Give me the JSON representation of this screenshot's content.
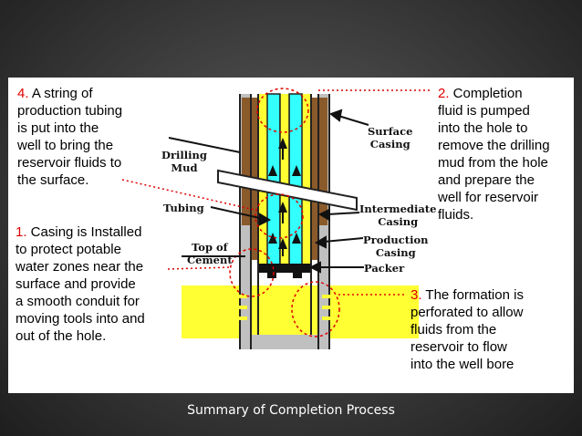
{
  "notes": {
    "step4": {
      "num": "4.",
      "text": " A string of\nproduction tubing\nis put into the\nwell to bring the\nreservoir fluids to\nthe surface."
    },
    "step2": {
      "num": "2.",
      "text": " Completion\nfluid is pumped\ninto the hole to\nremove the drilling\nmud from the hole\nand prepare the\nwell for reservoir\nfluids."
    },
    "step1": {
      "num": "1.",
      "text": " Casing is Installed\nto protect potable\nwater zones near the\nsurface and provide\na smooth conduit for\nmoving tools into and\nout of the hole."
    },
    "step3": {
      "num": "3.",
      "text": " The formation is\nperforated to allow\nfluids from the\nreservoir to flow\ninto the well bore"
    }
  },
  "labels": {
    "drilling_mud": "Drilling\nMud",
    "tubing": "Tubing",
    "top_of_cement": "Top of\nCement",
    "surface_casing": "Surface\nCasing",
    "intermediate_casing": "Intermediate\nCasing",
    "production_casing": "Production\nCasing",
    "packer": "Packer"
  },
  "caption": "Summary of Completion Process",
  "colors": {
    "mud": "#8b5a2b",
    "cement": "#c0c0c0",
    "fluid": "#ffff33",
    "tubing_fluid": "#33ffff",
    "step_number": "#e00000",
    "leader_line": "#e00000"
  }
}
